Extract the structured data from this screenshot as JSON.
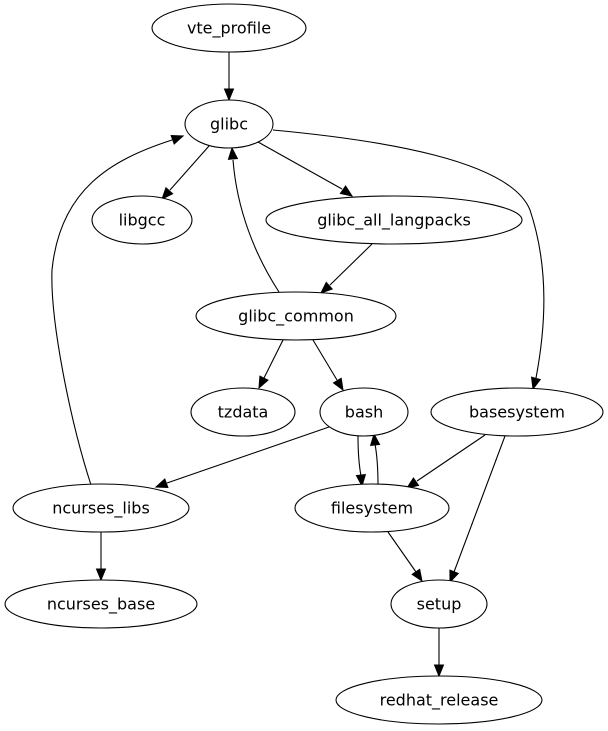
{
  "diagram": {
    "type": "directed-graph",
    "nodes": [
      {
        "id": "vte_profile",
        "label": "vte_profile"
      },
      {
        "id": "glibc",
        "label": "glibc"
      },
      {
        "id": "libgcc",
        "label": "libgcc"
      },
      {
        "id": "glibc_all_langpacks",
        "label": "glibc_all_langpacks"
      },
      {
        "id": "glibc_common",
        "label": "glibc_common"
      },
      {
        "id": "tzdata",
        "label": "tzdata"
      },
      {
        "id": "bash",
        "label": "bash"
      },
      {
        "id": "basesystem",
        "label": "basesystem"
      },
      {
        "id": "ncurses_libs",
        "label": "ncurses_libs"
      },
      {
        "id": "filesystem",
        "label": "filesystem"
      },
      {
        "id": "ncurses_base",
        "label": "ncurses_base"
      },
      {
        "id": "setup",
        "label": "setup"
      },
      {
        "id": "redhat_release",
        "label": "redhat_release"
      }
    ],
    "edges": [
      {
        "from": "vte_profile",
        "to": "glibc"
      },
      {
        "from": "glibc",
        "to": "libgcc"
      },
      {
        "from": "glibc",
        "to": "glibc_all_langpacks"
      },
      {
        "from": "glibc",
        "to": "basesystem"
      },
      {
        "from": "glibc_all_langpacks",
        "to": "glibc_common"
      },
      {
        "from": "glibc_common",
        "to": "glibc"
      },
      {
        "from": "glibc_common",
        "to": "tzdata"
      },
      {
        "from": "glibc_common",
        "to": "bash"
      },
      {
        "from": "bash",
        "to": "ncurses_libs"
      },
      {
        "from": "bash",
        "to": "filesystem"
      },
      {
        "from": "filesystem",
        "to": "bash"
      },
      {
        "from": "basesystem",
        "to": "filesystem"
      },
      {
        "from": "basesystem",
        "to": "setup"
      },
      {
        "from": "ncurses_libs",
        "to": "glibc"
      },
      {
        "from": "ncurses_libs",
        "to": "ncurses_base"
      },
      {
        "from": "filesystem",
        "to": "setup"
      },
      {
        "from": "setup",
        "to": "redhat_release"
      }
    ]
  }
}
